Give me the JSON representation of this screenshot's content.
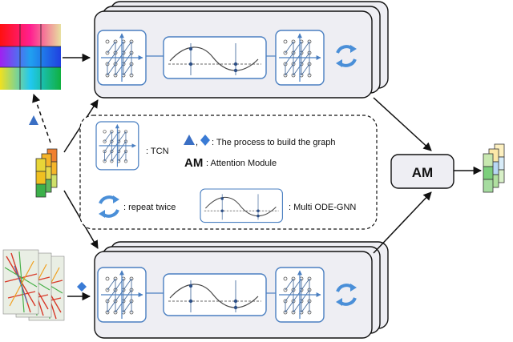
{
  "legend": {
    "tcn": ": TCN",
    "graph_symbols": ",",
    "graph_text": ": The process to build the graph",
    "am_abbr": "AM",
    "am_text": ": Attention Module",
    "repeat": ": repeat twice",
    "ode": ": Multi ODE-GNN"
  },
  "am_box": {
    "label": "AM"
  },
  "colors": {
    "triangle": "#3a6fc4",
    "diamond": "#3a7bd5",
    "cycle": "#4a8fd8",
    "module_fill": "#eeeef3",
    "inner_border": "#4a7fc1"
  }
}
